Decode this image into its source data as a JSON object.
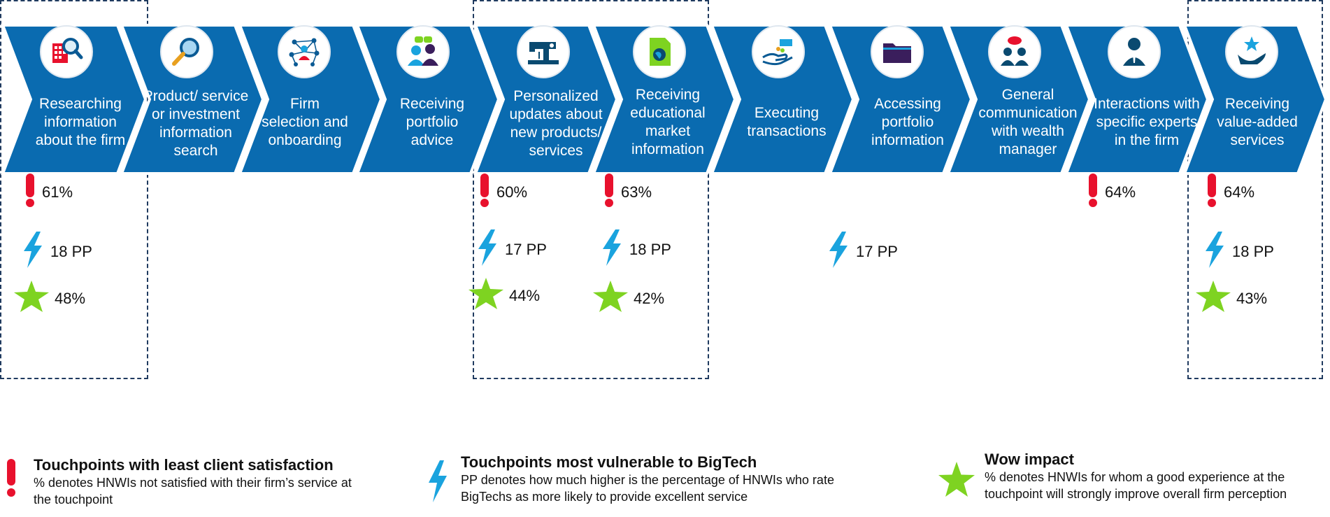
{
  "colors": {
    "chevron": "#0a6bb0",
    "icon_accent": "#0a5a94",
    "alert": "#e8112d",
    "bolt": "#1aa3de",
    "star": "#7ed321",
    "box_border": "#1f3a5f"
  },
  "steps": [
    {
      "label": "Researching information about the firm",
      "icon": "building-search-icon"
    },
    {
      "label": "Product/ service or investment information search",
      "icon": "magnifier-icon"
    },
    {
      "label": "Firm selection and onboarding",
      "icon": "network-icon"
    },
    {
      "label": "Receiving portfolio advice",
      "icon": "advisors-icon"
    },
    {
      "label": "Personalized updates about new products/ services",
      "icon": "sewing-machine-icon"
    },
    {
      "label": "Receiving educational market information",
      "icon": "globe-book-icon"
    },
    {
      "label": "Executing transactions",
      "icon": "hand-coins-icon"
    },
    {
      "label": "Accessing portfolio information",
      "icon": "folder-icon"
    },
    {
      "label": "General communication with wealth manager",
      "icon": "chat-people-icon"
    },
    {
      "label": "Interactions with specific experts in the firm",
      "icon": "expert-icon"
    },
    {
      "label": "Receiving value-added services",
      "icon": "hand-star-icon"
    }
  ],
  "metrics": {
    "step1": {
      "dissatisfied": "61%",
      "bigtech": "18 PP",
      "wow": "48%"
    },
    "step5": {
      "dissatisfied": "60%",
      "bigtech": "17 PP",
      "wow": "44%"
    },
    "step6": {
      "dissatisfied": "63%",
      "bigtech": "18 PP",
      "wow": "42%"
    },
    "step7": {
      "bigtech": "17 PP"
    },
    "step10": {
      "dissatisfied": "64%"
    },
    "step11": {
      "dissatisfied": "64%",
      "bigtech": "18 PP",
      "wow": "43%"
    }
  },
  "legend": {
    "satisfaction": {
      "title": "Touchpoints with least client satisfaction",
      "desc": "% denotes HNWIs not satisfied with their firm’s service at the touchpoint"
    },
    "bigtech": {
      "title": "Touchpoints most vulnerable to BigTech",
      "desc": "PP denotes how much higher is the percentage of HNWIs who rate BigTechs as more likely to provide excellent service"
    },
    "wow": {
      "title": "Wow impact",
      "desc": "% denotes HNWIs for whom a good experience at the touchpoint will strongly improve overall firm perception"
    }
  }
}
